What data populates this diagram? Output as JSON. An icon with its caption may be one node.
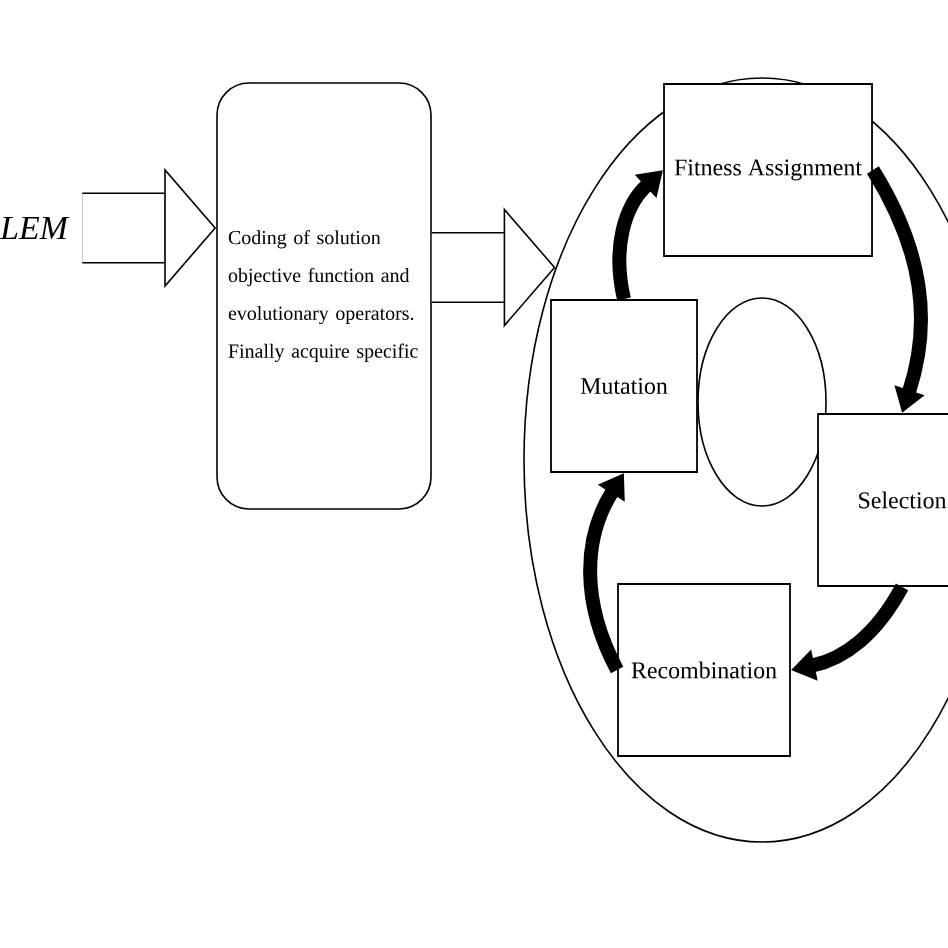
{
  "diagram": {
    "nodes": [
      {
        "text": [
          "LEM"
        ]
      },
      {
        "text": [
          "Coding of solution objective function and evolutionary operators. Finally acquire specific"
        ]
      },
      {
        "text": [],
        "shape": "circle"
      },
      {
        "text": [
          "Fitness Assignment"
        ],
        "in": 2
      },
      {
        "text": [
          "Mutation"
        ],
        "in": 2
      },
      {
        "text": [],
        "shape": "circle",
        "in": 2
      },
      {
        "text": [
          "Selection"
        ],
        "in": 2
      },
      {
        "text": [
          "Recombination"
        ],
        "in": 2
      }
    ],
    "edges": [
      {
        "from": 0,
        "to": 1,
        "arrow": "to",
        "style": "thick"
      },
      {
        "from": 1,
        "to": 2,
        "arrow": "to",
        "style": "thick"
      },
      {
        "from": 3,
        "to": 6,
        "arrow": "to"
      },
      {
        "from": 6,
        "to": 7,
        "arrow": "to"
      },
      {
        "from": 7,
        "to": 4,
        "arrow": "to"
      },
      {
        "from": 4,
        "to": 3,
        "arrow": "to"
      }
    ]
  }
}
